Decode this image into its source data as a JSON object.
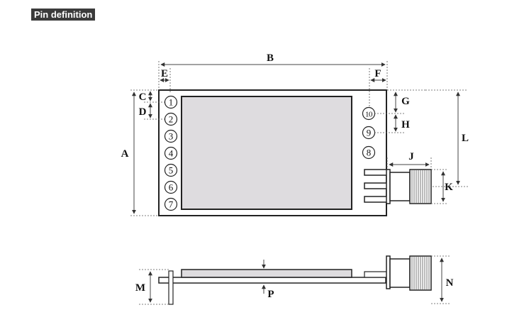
{
  "header": {
    "title": "Pin definition"
  },
  "labels": {
    "A": "A",
    "B": "B",
    "C": "C",
    "D": "D",
    "E": "E",
    "F": "F",
    "G": "G",
    "H": "H",
    "J": "J",
    "K": "K",
    "L": "L",
    "M": "M",
    "N": "N",
    "P": "P"
  },
  "pins": {
    "left": [
      "1",
      "2",
      "3",
      "4",
      "5",
      "6",
      "7"
    ],
    "right": [
      "10",
      "9",
      "8"
    ]
  },
  "colors": {
    "shield": "#dedcdf",
    "outline": "#222222",
    "header_bg": "#3b3b3b"
  }
}
